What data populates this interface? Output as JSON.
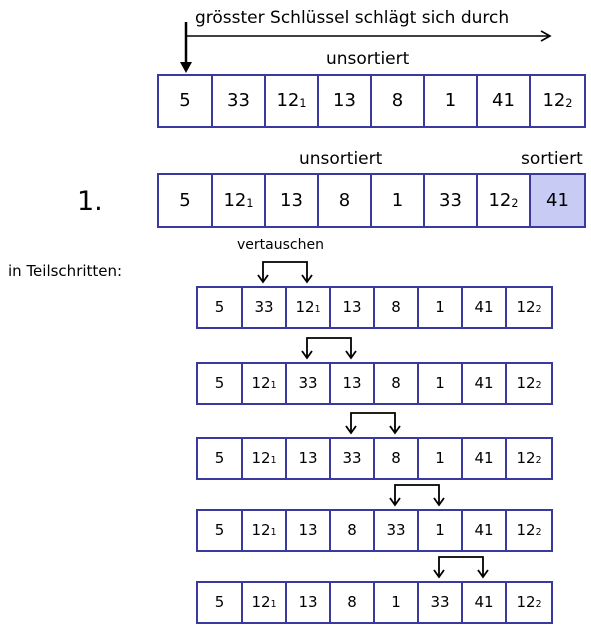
{
  "header_arrow_label": "grösster Schlüssel schlägt sich durch",
  "unsorted_label_top": "unsortiert",
  "row_initial": [
    [
      "5",
      ""
    ],
    [
      "33",
      ""
    ],
    [
      "12",
      "1"
    ],
    [
      "13",
      ""
    ],
    [
      "8",
      ""
    ],
    [
      "1",
      ""
    ],
    [
      "41",
      ""
    ],
    [
      "12",
      "2"
    ]
  ],
  "step_number": "1.",
  "unsorted_label_step": "unsortiert",
  "sorted_label_step": "sortiert",
  "row_after_pass": [
    [
      "5",
      ""
    ],
    [
      "12",
      "1"
    ],
    [
      "13",
      ""
    ],
    [
      "8",
      ""
    ],
    [
      "1",
      ""
    ],
    [
      "33",
      ""
    ],
    [
      "12",
      "2"
    ],
    [
      "41",
      ""
    ]
  ],
  "sorted_highlight_color": "#c8ccf5",
  "border_color": "#3a3a9e",
  "substeps_label": "in Teilschritten:",
  "swap_label": "vertauschen",
  "substeps": [
    [
      [
        "5",
        ""
      ],
      [
        "33",
        ""
      ],
      [
        "12",
        "1"
      ],
      [
        "13",
        ""
      ],
      [
        "8",
        ""
      ],
      [
        "1",
        ""
      ],
      [
        "41",
        ""
      ],
      [
        "12",
        "2"
      ]
    ],
    [
      [
        "5",
        ""
      ],
      [
        "12",
        "1"
      ],
      [
        "33",
        ""
      ],
      [
        "13",
        ""
      ],
      [
        "8",
        ""
      ],
      [
        "1",
        ""
      ],
      [
        "41",
        ""
      ],
      [
        "12",
        "2"
      ]
    ],
    [
      [
        "5",
        ""
      ],
      [
        "12",
        "1"
      ],
      [
        "13",
        ""
      ],
      [
        "33",
        ""
      ],
      [
        "8",
        ""
      ],
      [
        "1",
        ""
      ],
      [
        "41",
        ""
      ],
      [
        "12",
        "2"
      ]
    ],
    [
      [
        "5",
        ""
      ],
      [
        "12",
        "1"
      ],
      [
        "13",
        ""
      ],
      [
        "8",
        ""
      ],
      [
        "33",
        ""
      ],
      [
        "1",
        ""
      ],
      [
        "41",
        ""
      ],
      [
        "12",
        "2"
      ]
    ],
    [
      [
        "5",
        ""
      ],
      [
        "12",
        "1"
      ],
      [
        "13",
        ""
      ],
      [
        "8",
        ""
      ],
      [
        "1",
        ""
      ],
      [
        "33",
        ""
      ],
      [
        "41",
        ""
      ],
      [
        "12",
        "2"
      ]
    ]
  ]
}
